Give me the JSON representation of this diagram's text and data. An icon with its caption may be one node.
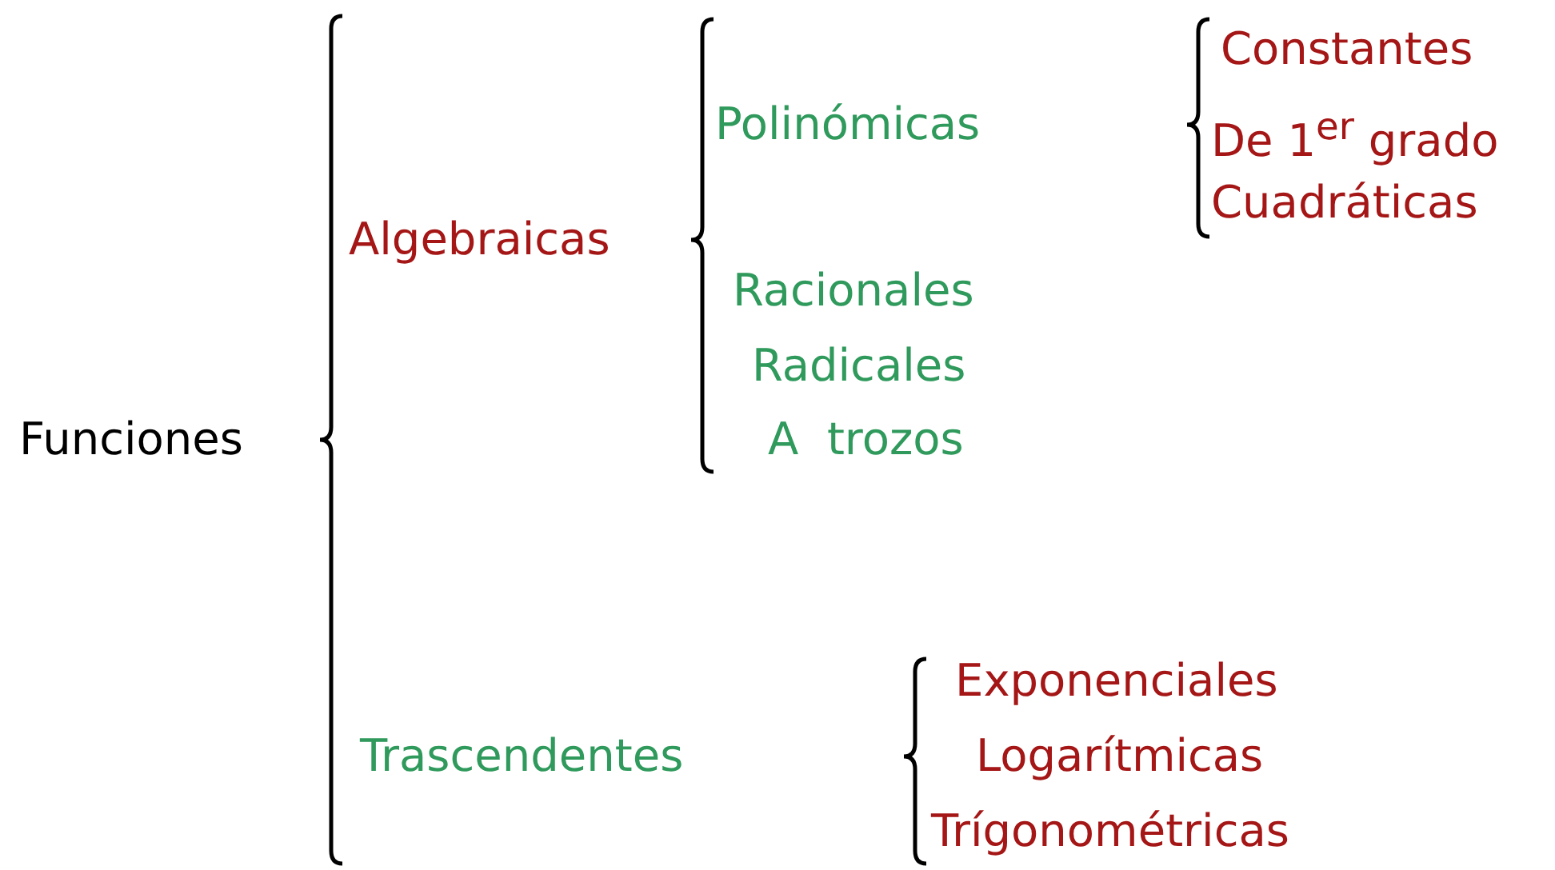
{
  "diagram": {
    "labels": [
      "Funciones",
      "Algebraicas",
      "Polinómicas",
      "Constantes",
      "De 1$^{er}$ grado",
      "Cuadráticas",
      "Racionales",
      "Radicales",
      "A  trozos",
      "Trascendentes",
      "Exponenciales",
      "Logarítmicas",
      "Trígonométricas"
    ]
  }
}
